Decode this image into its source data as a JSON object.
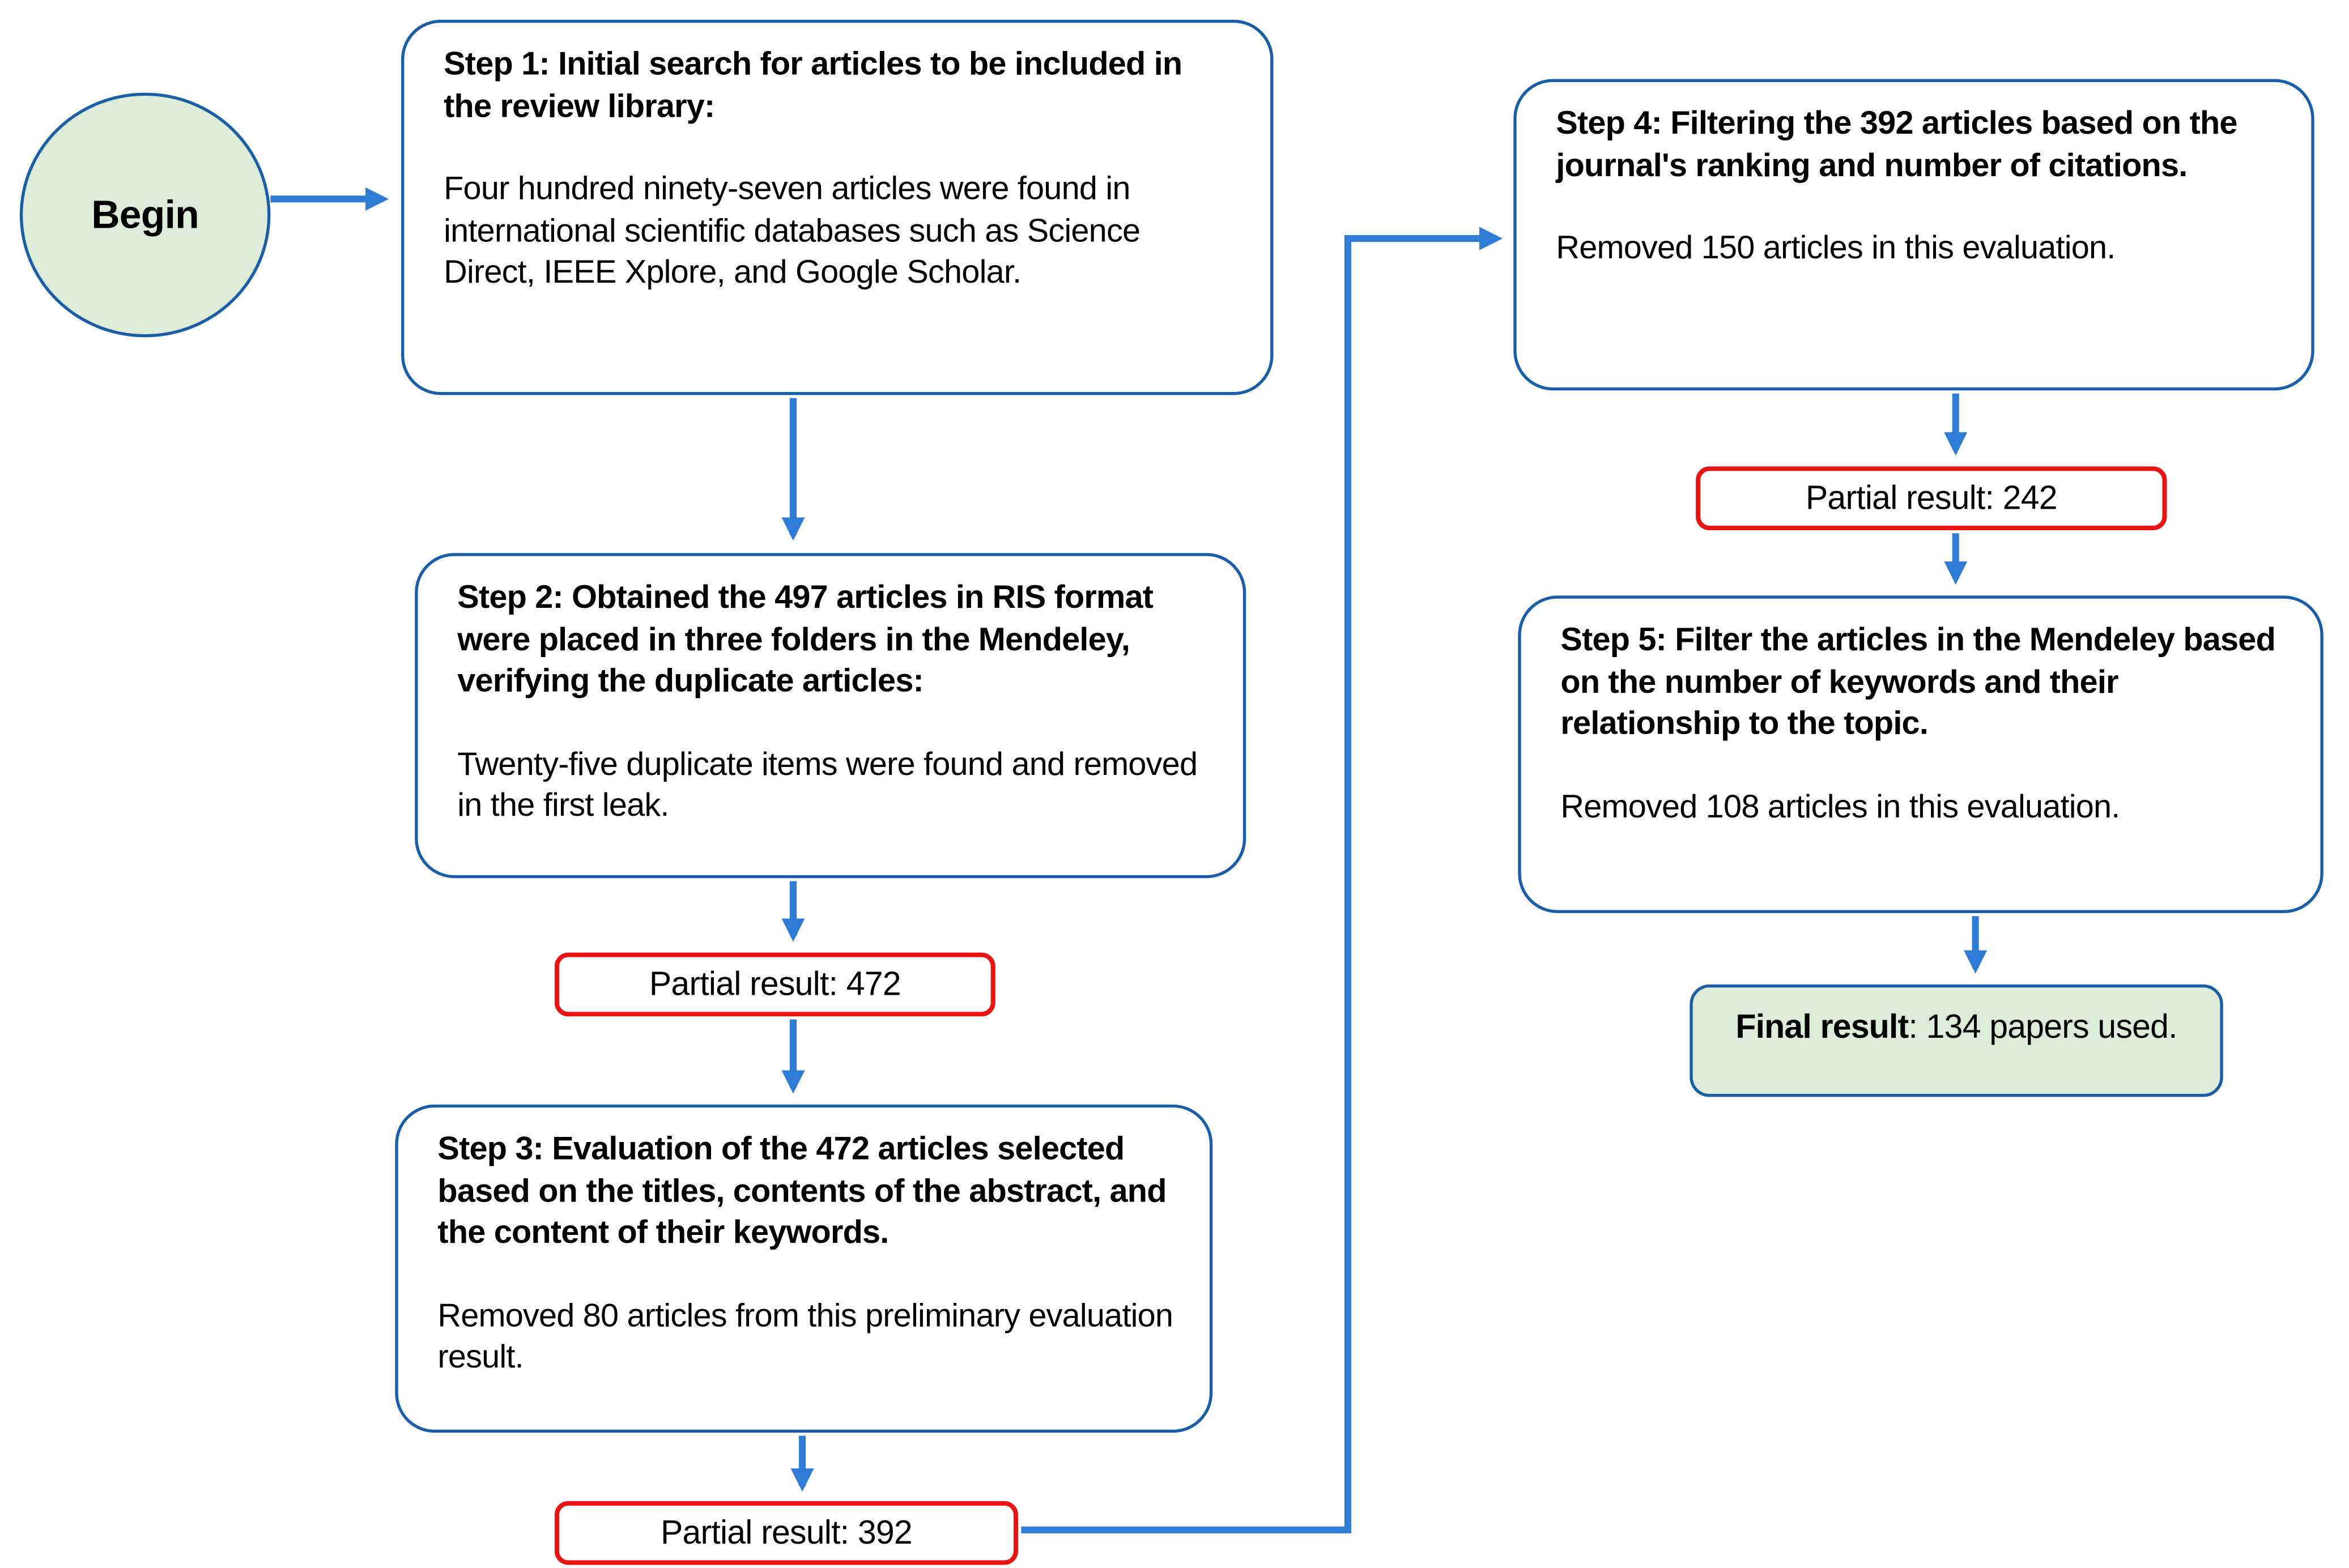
{
  "colors": {
    "node-border": "#1a5ea8",
    "arrow": "#2e7cd6",
    "result-border": "#e81414",
    "start-fill": "#deecda",
    "final-fill": "#deecda",
    "node-fill": "#ffffff",
    "text": "#000000"
  },
  "nodes": {
    "begin": {
      "label": "Begin"
    },
    "step1": {
      "title": "Step 1: Initial search for articles to be included in the review library:",
      "body": "Four hundred ninety-seven articles were found in international scientific databases such as Science Direct, IEEE Xplore, and Google Scholar."
    },
    "step2": {
      "title": "Step 2: Obtained the 497 articles in RIS format were placed in three folders in the Mendeley, verifying the duplicate articles:",
      "body": "Twenty-five duplicate items were found and removed in the first leak."
    },
    "partial1": {
      "label": "Partial result: 472"
    },
    "step3": {
      "title": "Step 3: Evaluation of the 472 articles selected based on the titles, contents of the abstract, and the content of their keywords.",
      "body": "Removed 80 articles from this preliminary evaluation result."
    },
    "partial2": {
      "label": "Partial result: 392"
    },
    "step4": {
      "title": "Step 4: Filtering the 392 articles based on the journal's ranking and number of citations.",
      "body": "Removed 150 articles in this evaluation."
    },
    "partial3": {
      "label": "Partial result: 242"
    },
    "step5": {
      "title": "Step 5: Filter the articles in the Mendeley based on the number of keywords and their relationship to the topic.",
      "body": "Removed 108 articles in this evaluation."
    },
    "final": {
      "bold": "Final result",
      "rest": ": 134 papers used."
    }
  }
}
